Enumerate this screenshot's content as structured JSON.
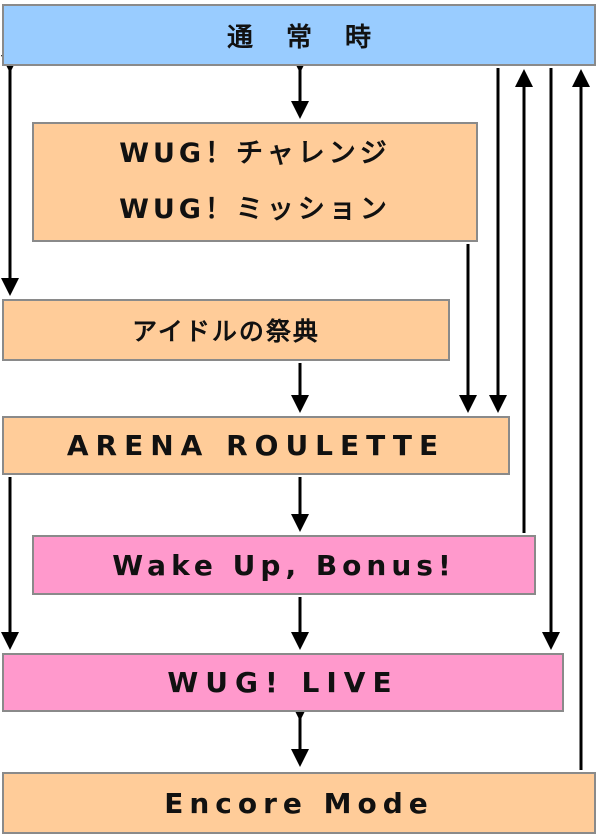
{
  "boxes": {
    "normal": "通 常 時",
    "wug_challenge": "WUG！チャレンジ",
    "wug_mission": "WUG！ミッション",
    "idol_festival": "アイドルの祭典",
    "arena_roulette": "ARENA ROULETTE",
    "wake_up_bonus": "Wake Up, Bonus!",
    "wug_live": "WUG! LIVE",
    "encore_mode": "Encore Mode"
  },
  "colors": {
    "normal": "#99ccff",
    "orange": "#ffcc99",
    "pink": "#ff99cc",
    "arrow": "#000000",
    "border": "#8a8a8a"
  }
}
